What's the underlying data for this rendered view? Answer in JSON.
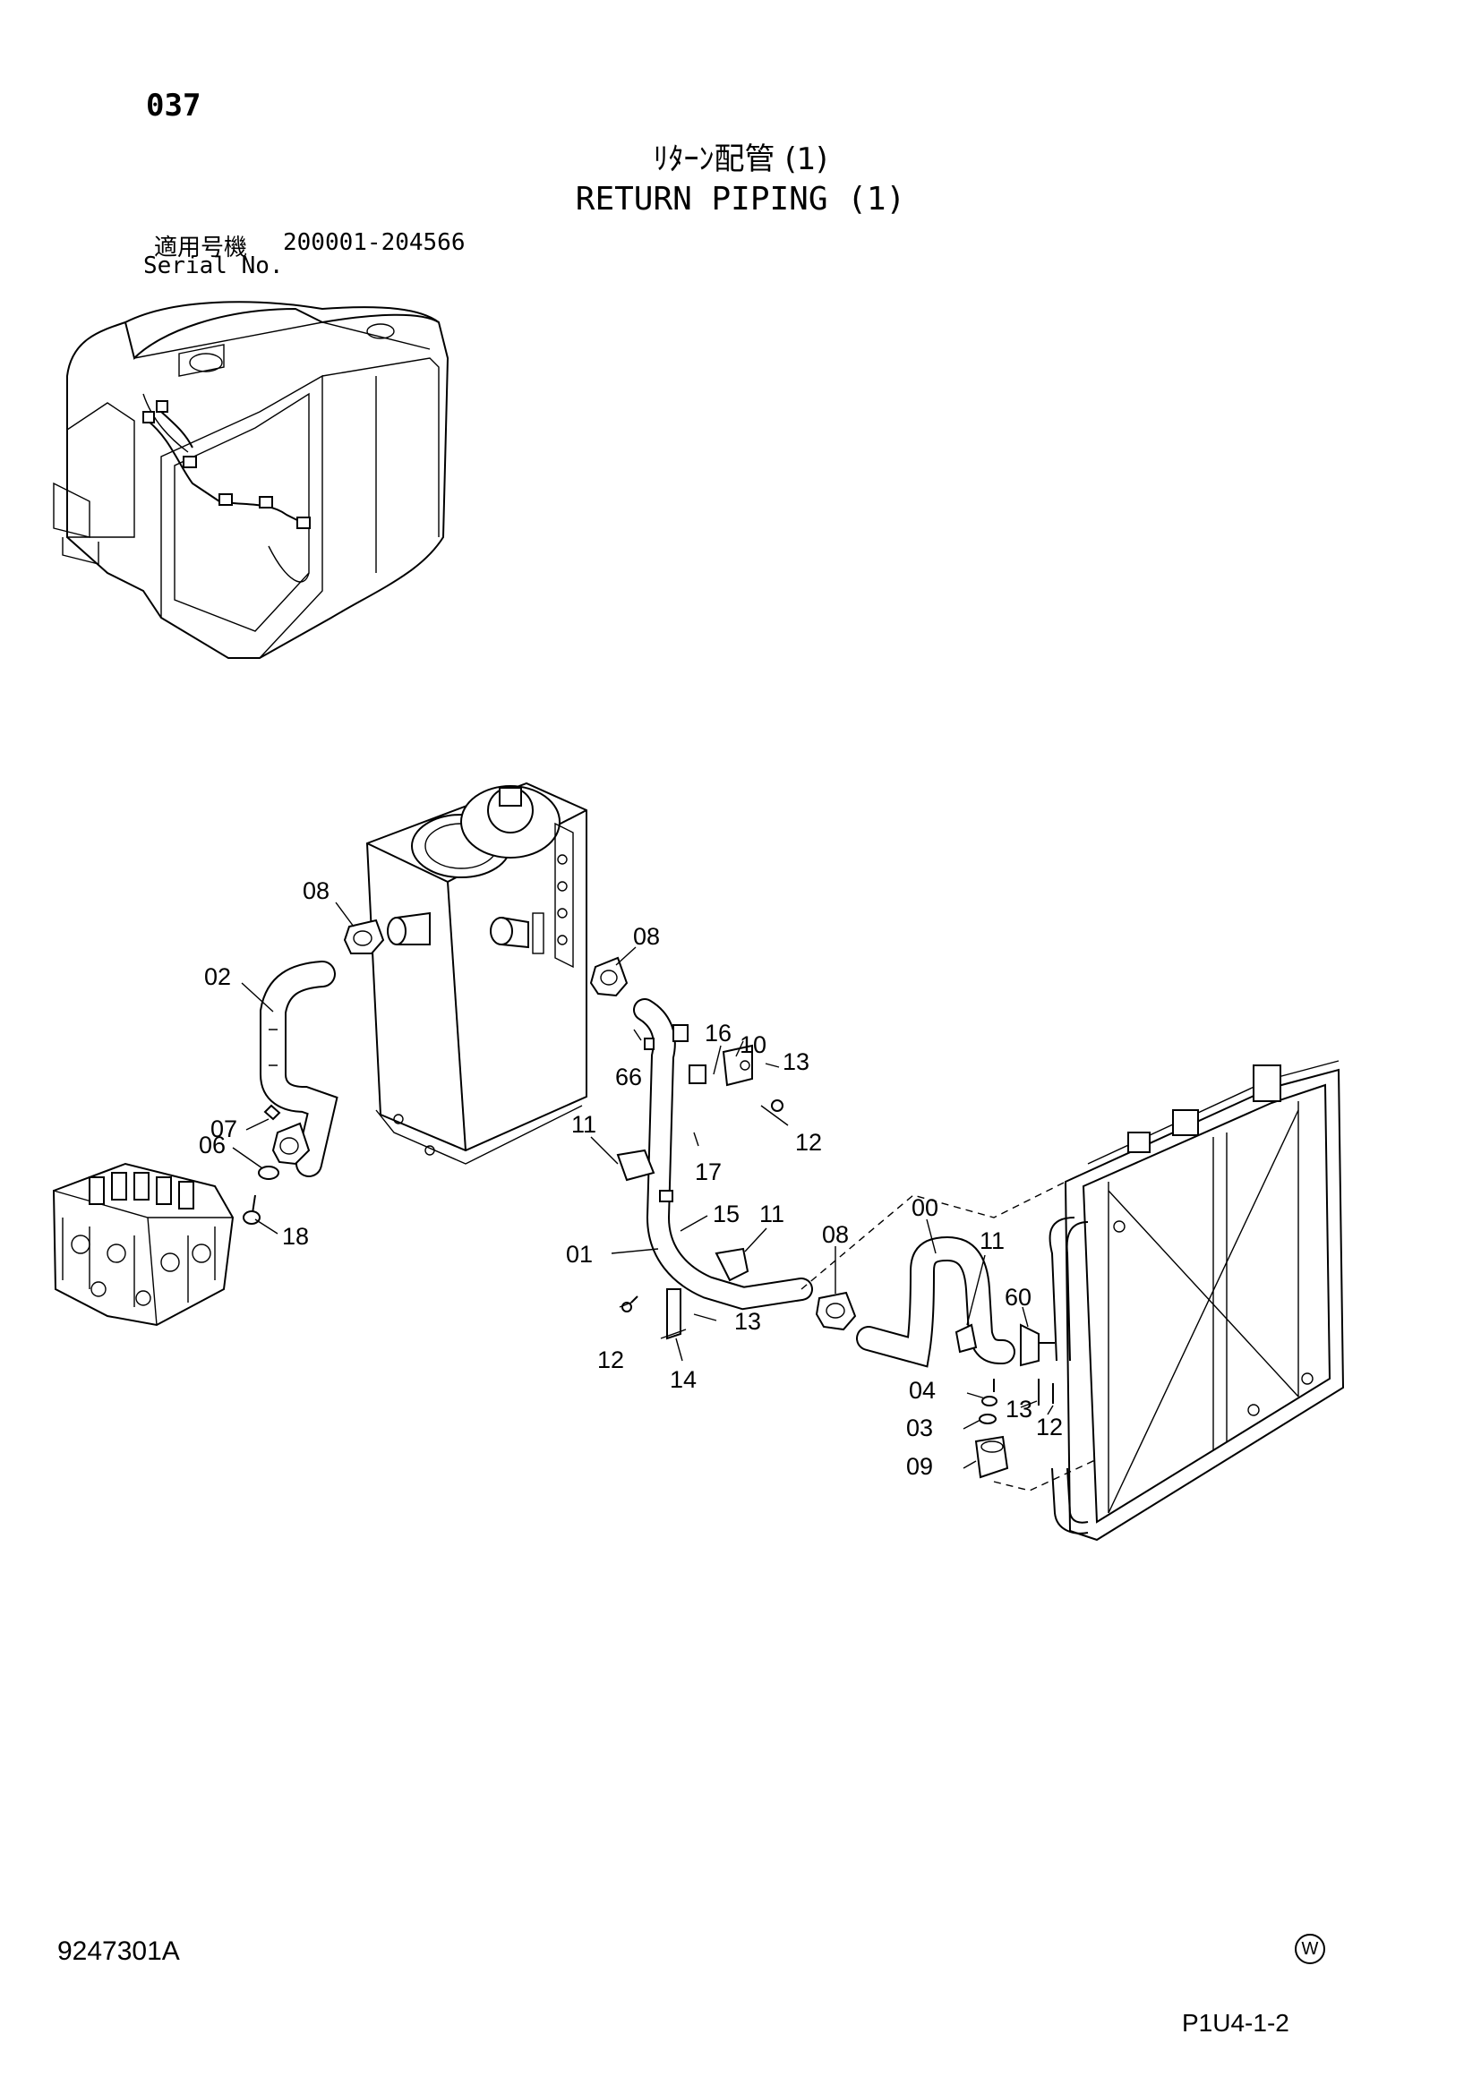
{
  "page_number": "037",
  "title_jp": "ﾘﾀｰﾝ配管 (1)",
  "title_en": "RETURN PIPING (1)",
  "serial": {
    "label_jp": "適用号機",
    "label_en": "Serial No.",
    "range": "200001-204566"
  },
  "callouts": {
    "c08a": "08",
    "c02": "02",
    "c07": "07",
    "c06": "06",
    "c18": "18",
    "c08b": "08",
    "c16": "16",
    "c10": "10",
    "c13a": "13",
    "c66": "66",
    "c12a": "12",
    "c17": "17",
    "c11a": "11",
    "c15": "15",
    "c11b": "11",
    "c01": "01",
    "c12b": "12",
    "c13b": "13",
    "c14": "14",
    "c08c": "08",
    "c00": "00",
    "c11c": "11",
    "c60": "60",
    "c04": "04",
    "c13c": "13",
    "c03": "03",
    "c12c": "12",
    "c09": "09"
  },
  "footer": {
    "doc_number": "9247301A",
    "mark": "W",
    "sheet_ref": "P1U4-1-2"
  }
}
